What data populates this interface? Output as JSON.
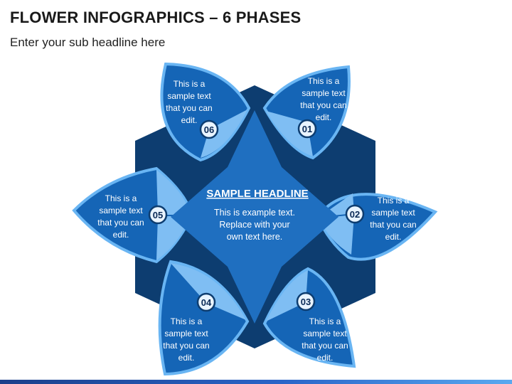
{
  "title": "FLOWER INFOGRAPHICS – 6 PHASES",
  "subtitle": "Enter your sub headline here",
  "colors": {
    "dark_navy": "#0d3d70",
    "star_blue": "#1f6fc0",
    "petal_blue": "#1565b6",
    "petal_light": "#7fbef3",
    "petal_border": "#69b5f3",
    "badge_fill": "#e9f4ff"
  },
  "center": {
    "headline": "SAMPLE HEADLINE",
    "body": [
      "This is example text.",
      "Replace with your",
      "own text here."
    ]
  },
  "phases": [
    {
      "number": "01",
      "text": [
        "This is a",
        "sample text",
        "that you can",
        "edit."
      ]
    },
    {
      "number": "02",
      "text": [
        "This is a",
        "sample text",
        "that you can",
        "edit."
      ]
    },
    {
      "number": "03",
      "text": [
        "This is a",
        "sample text",
        "that you can",
        "edit."
      ]
    },
    {
      "number": "04",
      "text": [
        "This is a",
        "sample text",
        "that you can",
        "edit."
      ]
    },
    {
      "number": "05",
      "text": [
        "This is a",
        "sample text",
        "that you can",
        "edit."
      ]
    },
    {
      "number": "06",
      "text": [
        "This is a",
        "sample text",
        "that you can",
        "edit."
      ]
    }
  ]
}
